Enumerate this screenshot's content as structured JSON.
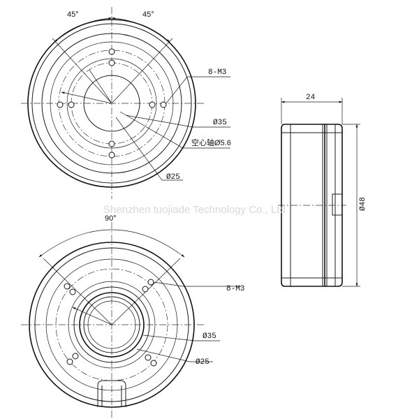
{
  "top_view": {
    "angle_left": "45°",
    "angle_right": "45°",
    "label_holes": "8-M3",
    "label_d35": "Ø35",
    "label_shaft": "空心轴Ø5.6",
    "label_d25": "Ø25"
  },
  "side_view": {
    "label_width": "24",
    "label_height": "Ø48"
  },
  "bottom_view": {
    "angle": "90°",
    "label_holes": "8-M3",
    "label_d35": "Ø35",
    "label_d25": "Ø25"
  },
  "watermark": "Shenzhen tuojiade Technology Co., Ltd"
}
